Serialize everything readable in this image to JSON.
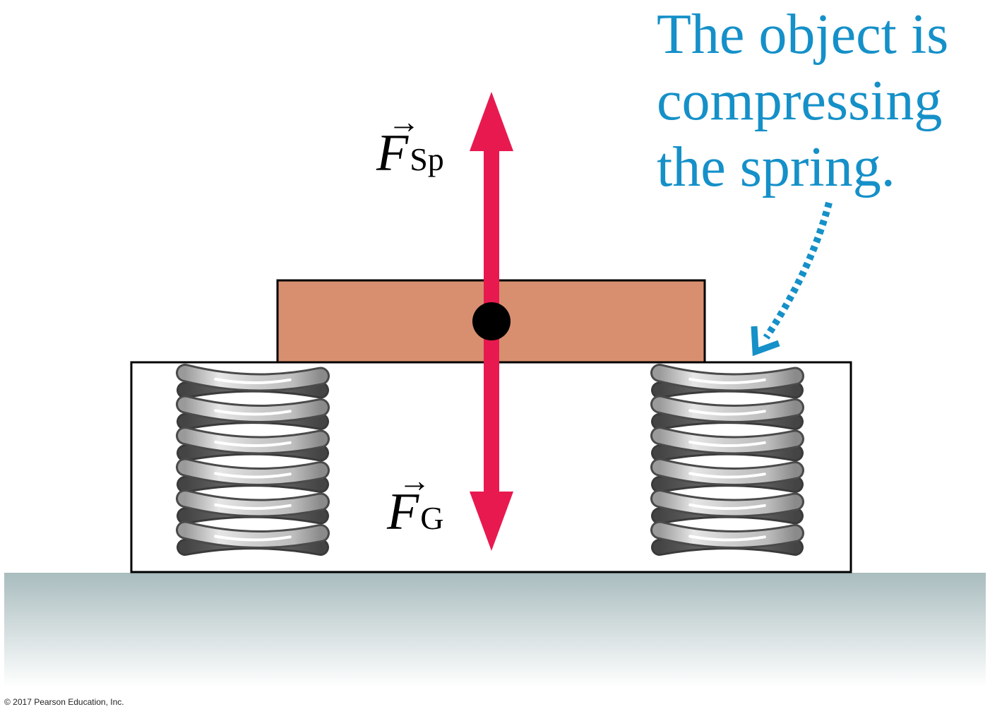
{
  "annotation": {
    "lines": [
      "The object is",
      "compressing",
      "the spring."
    ]
  },
  "forces": {
    "spring": {
      "symbol": "F",
      "subscript": "Sp",
      "vector_mark": "→"
    },
    "gravity": {
      "symbol": "F",
      "subscript": "G",
      "vector_mark": "→"
    }
  },
  "colors": {
    "force_arrow": "#e8194f",
    "block": "#d88f70",
    "annotation": "#1590c8",
    "spring_light": "#cfcfcf",
    "spring_dark": "#6b6b6b",
    "ground_top": "#a9bcbe",
    "ground_bottom": "#ffffff"
  },
  "copyright": "© 2017 Pearson Education, Inc."
}
